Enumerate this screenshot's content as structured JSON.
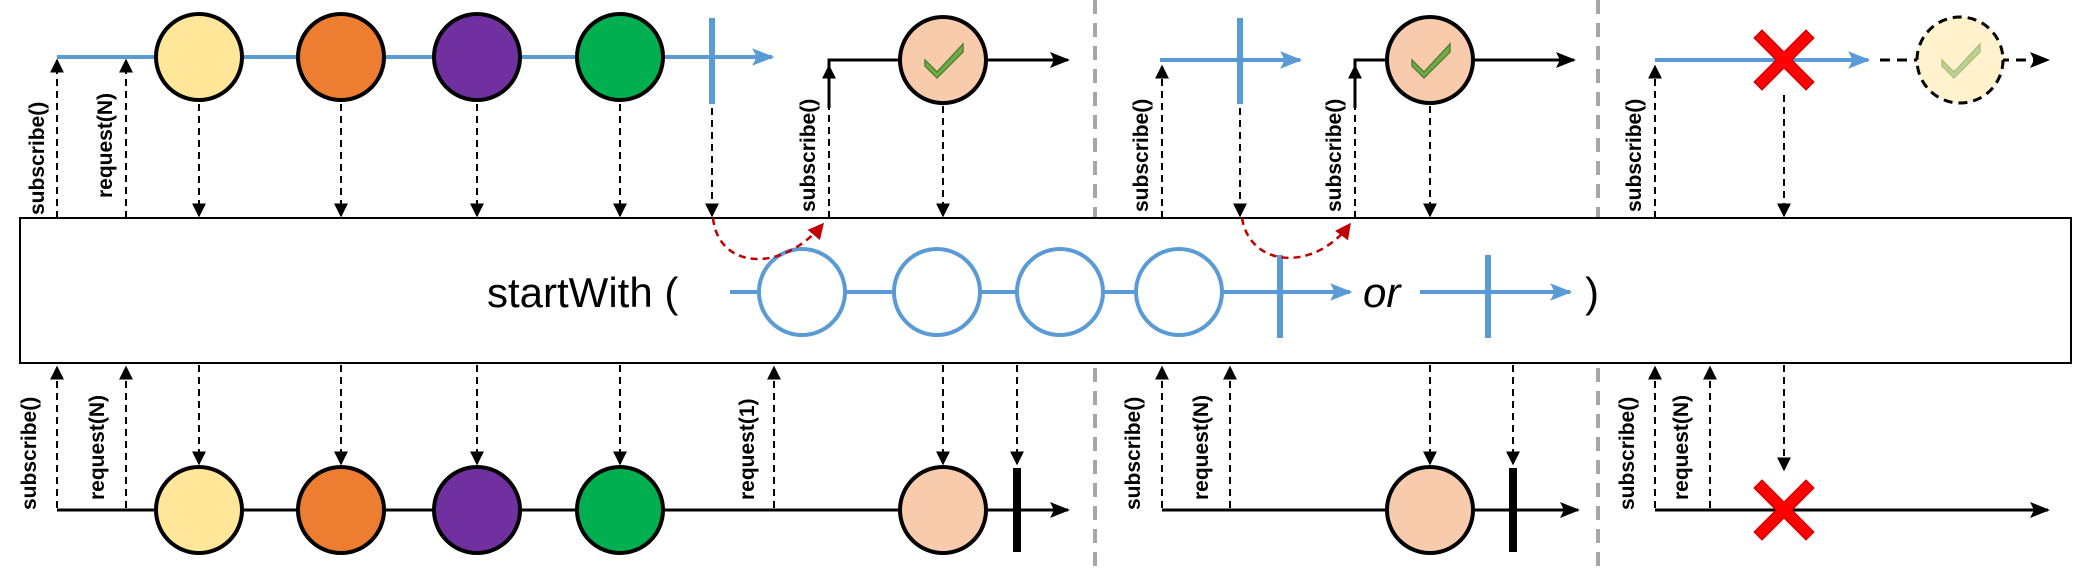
{
  "operator": {
    "label": "startWith (",
    "or_label": "or",
    "close_label": ")"
  },
  "labels": {
    "subscribe": "subscribe()",
    "request_n": "request(N)",
    "request_1": "request(1)"
  },
  "colors": {
    "yellow": "#FFE699",
    "orange": "#ED7D31",
    "purple": "#7030A0",
    "green": "#00B050",
    "peach": "#F8CBAD",
    "pale_yellow": "#FFF2CC",
    "blue": "#5B9BD5",
    "check_green": "#70AD47",
    "error_red": "#FF0000",
    "dashed_red": "#C00000",
    "separator_gray": "#A6A6A6"
  },
  "icons": [
    "check-icon",
    "error-x-icon"
  ]
}
